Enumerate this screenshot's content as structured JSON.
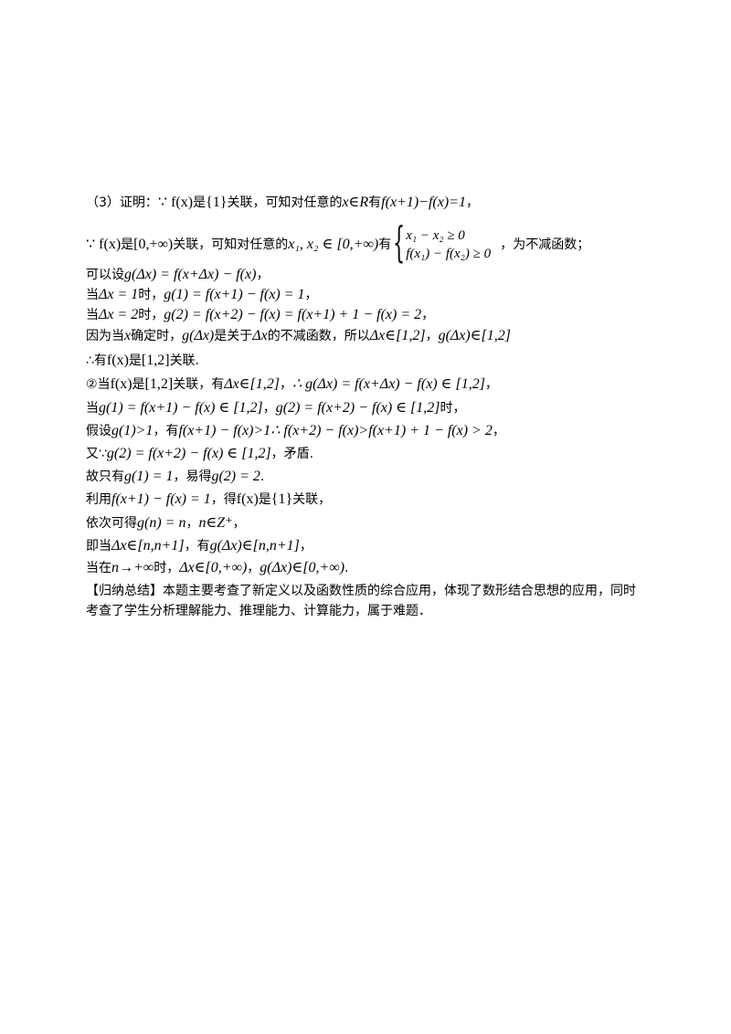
{
  "lines": [
    {
      "id": "l1",
      "parts": [
        "（3）证明：",
        "∵ f(x)",
        "是",
        "{1}",
        "关联，可知对任意的",
        "x∈R",
        "有",
        "f(x+1)−f(x)=1",
        "，"
      ]
    },
    {
      "id": "l2",
      "parts": [
        "∵ f(x)",
        "是",
        "[0,+∞)",
        "关联，可知对任意的",
        "x₁, x₂ ∈ [0,+∞)",
        "有",
        "，为不减函数；"
      ]
    },
    {
      "id": "l2_brace_top",
      "text": "x₁ − x₂ ≥ 0"
    },
    {
      "id": "l2_brace_bot",
      "text": "f(x₁) − f(x₂) ≥ 0"
    },
    {
      "id": "l3",
      "parts": [
        "可以设",
        "g(Δx) = f(x+Δx) − f(x)",
        "，"
      ]
    },
    {
      "id": "l4",
      "parts": [
        "当",
        "Δx = 1",
        "时，",
        "g(1) = f(x+1) − f(x) = 1",
        "，"
      ]
    },
    {
      "id": "l5",
      "parts": [
        "当",
        "Δx = 2",
        "时，",
        "g(2) = f(x+2) − f(x) = f(x+1) + 1 − f(x) = 2",
        "，"
      ]
    },
    {
      "id": "l6",
      "parts": [
        "因为当",
        "x",
        "确定时，",
        "g(Δx)",
        "是关于",
        "Δx",
        "的不减函数，所以",
        "Δx∈[1,2]",
        "，",
        "g(Δx)∈[1,2]"
      ]
    },
    {
      "id": "l7",
      "parts": [
        "∴有",
        "f(x)",
        "是",
        "[1,2]",
        "关联."
      ]
    },
    {
      "id": "l8",
      "parts": [
        "②当",
        "f(x)",
        "是",
        "[1,2]",
        "关联，有",
        "Δx∈[1,2]",
        "，",
        "∴ g(Δx) = f(x+Δx) − f(x) ∈ [1,2]",
        "，"
      ]
    },
    {
      "id": "l9",
      "parts": [
        "当",
        "g(1) = f(x+1) − f(x) ∈ [1,2]",
        "，",
        "g(2) = f(x+2) − f(x) ∈ [1,2]",
        "时，"
      ]
    },
    {
      "id": "l10",
      "parts": [
        "假设",
        "g(1)>1",
        "，有",
        "f(x+1) − f(x)>1",
        "∴ f(x+2) − f(x)>f(x+1) + 1 − f(x) > 2",
        "，"
      ]
    },
    {
      "id": "l11",
      "parts": [
        "又∵",
        "g(2) = f(x+2) − f(x) ∈ [1,2]",
        "，矛盾."
      ]
    },
    {
      "id": "l12",
      "parts": [
        "故只有",
        "g(1) = 1",
        "，易得",
        "g(2) = 2",
        "."
      ]
    },
    {
      "id": "l13",
      "parts": [
        "利用",
        "f(x+1) − f(x) = 1",
        "，得",
        "f(x)",
        "是",
        "{1}",
        "关联，"
      ]
    },
    {
      "id": "l14",
      "parts": [
        "依次可得",
        "g(n) = n",
        "，",
        "n∈Z⁺",
        "，"
      ]
    },
    {
      "id": "l15",
      "parts": [
        "即当",
        "Δx∈[n,n+1]",
        "，有",
        "g(Δx)∈[n,n+1]",
        "，"
      ]
    },
    {
      "id": "l16",
      "parts": [
        "当在",
        "n→+∞",
        "时，",
        "Δx∈[0,+∞)",
        "，",
        "g(Δx)∈[0,+∞)",
        "."
      ]
    },
    {
      "id": "l17",
      "text": "【归纳总结】本题主要考查了新定义以及函数性质的综合应用，体现了数形结合思想的应用，同时"
    },
    {
      "id": "l18",
      "text": "考查了学生分析理解能力、推理能力、计算能力，属于难题．"
    }
  ]
}
